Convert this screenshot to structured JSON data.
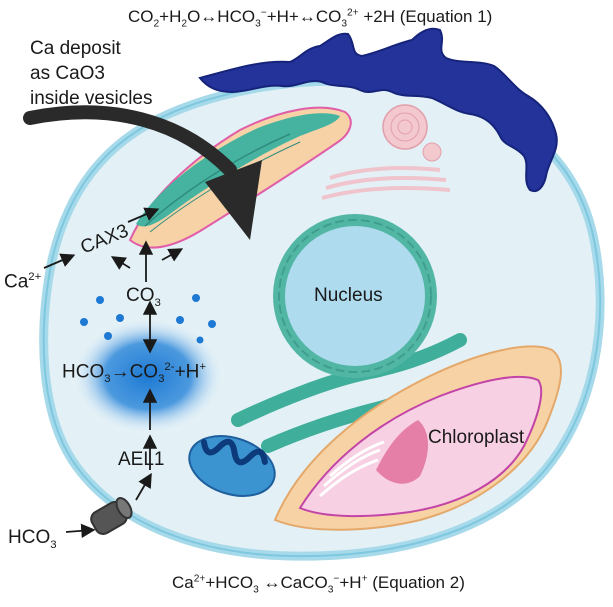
{
  "equations": {
    "eq1": {
      "co2": "CO",
      "co2_sub": "2",
      "plus_h2o": "+H",
      "h2o_sub": "2",
      "arrow_hco3": "O↔HCO",
      "hco3_sub": "3",
      "hco3_sup": "−",
      "plus_h_co3": "+H+↔CO",
      "co3_sub": "3",
      "co3_sup": "2+",
      "tail": " +2H (Equation 1)"
    },
    "eq2": {
      "ca": "Ca",
      "ca_sup": "2+",
      "plus_hco3": "+HCO",
      "hco3_sub": "3",
      "arrow_caco": " ↔CaCO",
      "caco_sub": "3",
      "caco_sup": "−",
      "plus_h": "+H",
      "h_sup": "+",
      "tail": " (Equation 2)"
    }
  },
  "annotation": {
    "line1": "Ca deposit",
    "line2": "as CaO3",
    "line3": "inside vesicles"
  },
  "labels": {
    "ca_ion": "Ca",
    "ca_ion_sup": "2+",
    "cax3": "CAX3",
    "co3": "CO",
    "co3_sub": "3",
    "reaction_hco3": "HCO",
    "reaction_hco3_sub": "3",
    "reaction_arrow_co3": "→CO",
    "reaction_co3_sub": "3",
    "reaction_co3_sup": "2-",
    "reaction_plus_h": "+H",
    "reaction_h_sup": "+",
    "ael1": "AEL1",
    "hco3_outside": "HCO",
    "hco3_outside_sub": "3",
    "nucleus": "Nucleus",
    "chloroplast": "Chloroplast"
  },
  "colors": {
    "cell_fill": "#e3f1f6",
    "cell_stroke": "#7ec8df",
    "cell_wall_outer": "#a6d9ea",
    "nucleus_fill": "#aedbee",
    "nucleus_ring": "#52b6a5",
    "er": "#3fae9a",
    "golgi": "#f3c8cf",
    "membrane_blue": "#23339a",
    "bicarbonate_glow": "#1d79d3",
    "vesicle_fill": "#f6d2a6",
    "vesicle_band": "#45b3a0",
    "vesicle_pink": "#e05da8",
    "chloroplast_outer": "#f7d2a5",
    "chloroplast_inner": "#f7d0e3",
    "chloroplast_stroke": "#c244a6",
    "mito_fill": "#3b93d0",
    "mito_dark": "#0c3a7a",
    "transporter": "#555555",
    "arrow": "#1a1a1a"
  }
}
